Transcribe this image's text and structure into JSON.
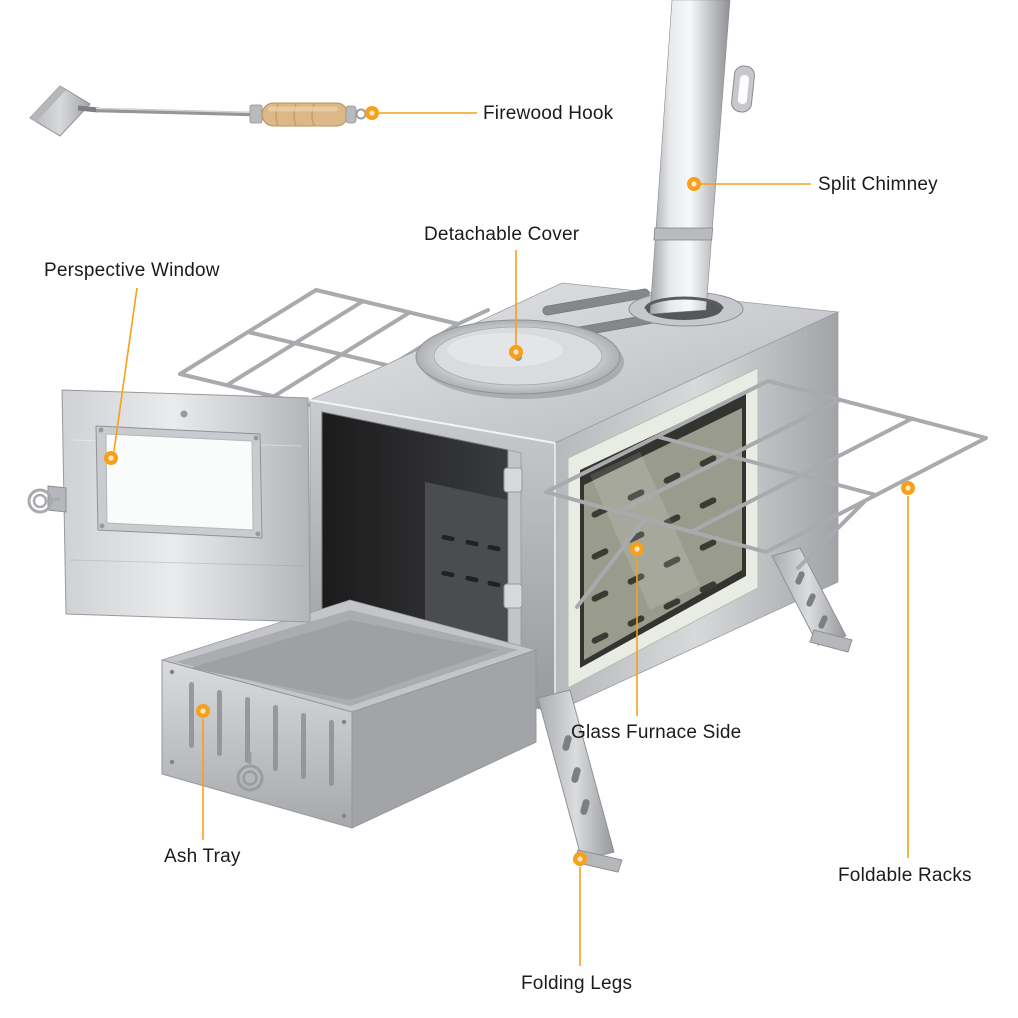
{
  "diagram": {
    "accent_color": "#F6A01B",
    "background_color": "#FFFFFF"
  },
  "labels": [
    {
      "id": "firewood-hook",
      "text": "Firewood Hook"
    },
    {
      "id": "split-chimney",
      "text": "Split Chimney"
    },
    {
      "id": "detachable-cover",
      "text": "Detachable Cover"
    },
    {
      "id": "perspective-window",
      "text": "Perspective Window"
    },
    {
      "id": "glass-furnace-side",
      "text": "Glass Furnace Side"
    },
    {
      "id": "ash-tray",
      "text": "Ash Tray"
    },
    {
      "id": "foldable-racks",
      "text": "Foldable Racks"
    },
    {
      "id": "folding-legs",
      "text": "Folding Legs"
    }
  ]
}
